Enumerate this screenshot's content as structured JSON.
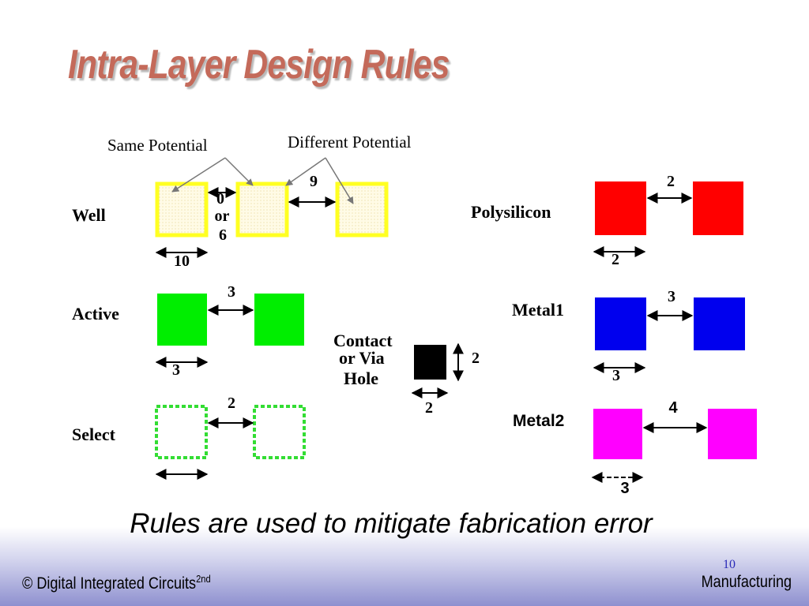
{
  "slide": {
    "title": "Intra-Layer Design Rules",
    "caption": "Rules are used to mitigate fabrication error",
    "footer_left": "© Digital Integrated Circuits",
    "footer_left_sup": "2nd",
    "footer_right": "Manufacturing",
    "page_number": "10"
  },
  "annotations": {
    "same_potential": "Same Potential",
    "different_potential": "Different Potential"
  },
  "layers": {
    "well": {
      "label": "Well",
      "spacing_same": "0",
      "spacing_or": "or",
      "spacing_alt": "6",
      "spacing_diff": "9",
      "width": "10"
    },
    "active": {
      "label": "Active",
      "spacing": "3",
      "width": "3"
    },
    "select": {
      "label": "Select",
      "spacing": "2"
    },
    "contact": {
      "label_line1": "Contact",
      "label_line2": "or Via",
      "label_line3": "Hole",
      "height": "2",
      "width": "2"
    },
    "polysilicon": {
      "label": "Polysilicon",
      "spacing": "2",
      "width": "2"
    },
    "metal1": {
      "label": "Metal1",
      "spacing": "3",
      "width": "3"
    },
    "metal2": {
      "label": "Metal2",
      "spacing": "4",
      "width": "3"
    }
  },
  "colors": {
    "well_outline": "#ffff22",
    "active": "#00ee00",
    "select": "#33dd33",
    "polysilicon": "#ff0000",
    "metal1": "#0000ee",
    "metal2": "#ff00ff",
    "contact": "#000000",
    "title": "#c46a5a"
  }
}
